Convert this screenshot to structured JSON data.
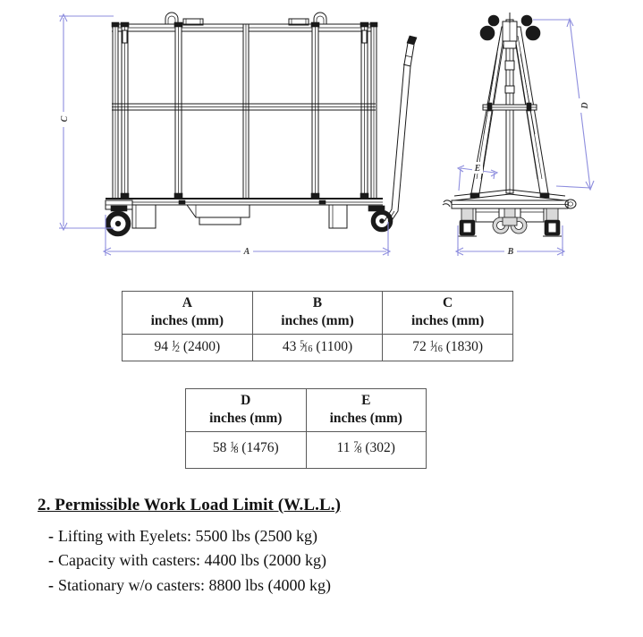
{
  "drawing": {
    "front_view": {
      "dimension_labels": [
        {
          "name": "C",
          "text": "C",
          "orientation": "vertical",
          "describes": "overall height"
        },
        {
          "name": "A",
          "text": "A",
          "orientation": "horizontal",
          "describes": "overall length"
        }
      ]
    },
    "side_view": {
      "dimension_labels": [
        {
          "name": "D",
          "text": "D",
          "orientation": "vertical",
          "describes": "diagonal frame length"
        },
        {
          "name": "E",
          "text": "E",
          "orientation": "horizontal",
          "describes": "foot offset"
        },
        {
          "name": "B",
          "text": "B",
          "orientation": "horizontal",
          "describes": "overall width"
        }
      ]
    },
    "dimension_line_color": "#8e8ede",
    "outline_color": "#1a1a1a"
  },
  "tables": [
    {
      "id": "table-abc",
      "headers": [
        {
          "letter": "A",
          "units": "inches (mm)"
        },
        {
          "letter": "B",
          "units": "inches (mm)"
        },
        {
          "letter": "C",
          "units": "inches (mm)"
        }
      ],
      "values": [
        {
          "whole": "94",
          "frac_num": "1",
          "frac_den": "2",
          "mm": "(2400)",
          "plain": "94 1/2 (2400)"
        },
        {
          "whole": "43",
          "frac_num": "5",
          "frac_den": "16",
          "mm": "(1100)",
          "plain": "43 5/16 (1100)"
        },
        {
          "whole": "72",
          "frac_num": "1",
          "frac_den": "16",
          "mm": "(1830)",
          "plain": "72 1/16 (1830)"
        }
      ]
    },
    {
      "id": "table-de",
      "headers": [
        {
          "letter": "D",
          "units": "inches (mm)"
        },
        {
          "letter": "E",
          "units": "inches (mm)"
        }
      ],
      "values": [
        {
          "whole": "58",
          "frac_num": "1",
          "frac_den": "8",
          "mm": "(1476)",
          "plain": "58 1/8 (1476)"
        },
        {
          "whole": "11",
          "frac_num": "7",
          "frac_den": "8",
          "mm": "(302)",
          "plain": "11 7/8 (302)"
        }
      ]
    }
  ],
  "wll": {
    "heading": "2. Permissible Work Load Limit (W.L.L.)",
    "dash": "-",
    "items": [
      "Lifting with Eyelets: 5500 lbs (2500 kg)",
      "Capacity with casters: 4400 lbs (2000 kg)",
      "Stationary w/o casters: 8800 lbs (4000 kg)"
    ]
  }
}
